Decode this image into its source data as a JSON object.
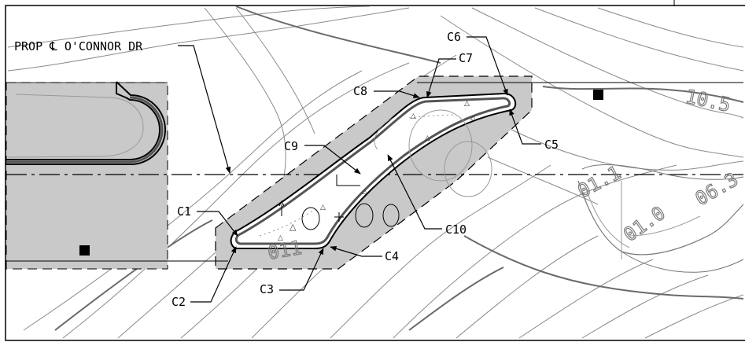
{
  "drawing": {
    "street_label": "PROP ℄ O'CONNOR DR",
    "grade_text_upper": "10.5",
    "grade_text_right": "01.1",
    "grade_text_right_2": "01.0",
    "grade_text_right_3": "06.3",
    "grade_text_left": "011"
  },
  "callouts": [
    {
      "id": "C1",
      "label": "C1"
    },
    {
      "id": "C2",
      "label": "C2"
    },
    {
      "id": "C3",
      "label": "C3"
    },
    {
      "id": "C4",
      "label": "C4"
    },
    {
      "id": "C5",
      "label": "C5"
    },
    {
      "id": "C6",
      "label": "C6"
    },
    {
      "id": "C7",
      "label": "C7"
    },
    {
      "id": "C8",
      "label": "C8"
    },
    {
      "id": "C9",
      "label": "C9"
    },
    {
      "id": "C10",
      "label": "C10"
    }
  ],
  "colors": {
    "shade": "#c9c9c9",
    "contour": "#8a8a8a",
    "linework": "#000000"
  }
}
